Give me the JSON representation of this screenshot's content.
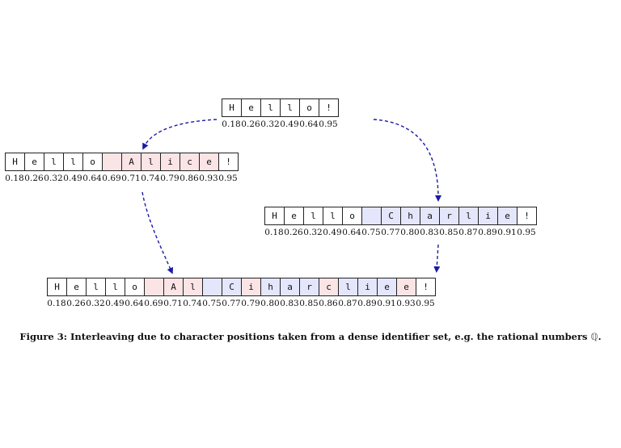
{
  "sequences": [
    {
      "id": "base",
      "cells": [
        {
          "ch": "H",
          "hl": ""
        },
        {
          "ch": "e",
          "hl": ""
        },
        {
          "ch": "l",
          "hl": ""
        },
        {
          "ch": "l",
          "hl": ""
        },
        {
          "ch": "o",
          "hl": ""
        },
        {
          "ch": "!",
          "hl": ""
        }
      ],
      "positions": [
        "0.18",
        "0.26",
        "0.32",
        "0.49",
        "0.64",
        "0.95"
      ]
    },
    {
      "id": "alice",
      "cells": [
        {
          "ch": "H",
          "hl": ""
        },
        {
          "ch": "e",
          "hl": ""
        },
        {
          "ch": "l",
          "hl": ""
        },
        {
          "ch": "l",
          "hl": ""
        },
        {
          "ch": "o",
          "hl": ""
        },
        {
          "ch": "",
          "hl": "red"
        },
        {
          "ch": "A",
          "hl": "red"
        },
        {
          "ch": "l",
          "hl": "red"
        },
        {
          "ch": "i",
          "hl": "red"
        },
        {
          "ch": "c",
          "hl": "red"
        },
        {
          "ch": "e",
          "hl": "red"
        },
        {
          "ch": "!",
          "hl": ""
        }
      ],
      "positions": [
        "0.18",
        "0.26",
        "0.32",
        "0.49",
        "0.64",
        "0.69",
        "0.71",
        "0.74",
        "0.79",
        "0.86",
        "0.93",
        "0.95"
      ]
    },
    {
      "id": "charlie",
      "cells": [
        {
          "ch": "H",
          "hl": ""
        },
        {
          "ch": "e",
          "hl": ""
        },
        {
          "ch": "l",
          "hl": ""
        },
        {
          "ch": "l",
          "hl": ""
        },
        {
          "ch": "o",
          "hl": ""
        },
        {
          "ch": "",
          "hl": "blue"
        },
        {
          "ch": "C",
          "hl": "blue"
        },
        {
          "ch": "h",
          "hl": "blue"
        },
        {
          "ch": "a",
          "hl": "blue"
        },
        {
          "ch": "r",
          "hl": "blue"
        },
        {
          "ch": "l",
          "hl": "blue"
        },
        {
          "ch": "i",
          "hl": "blue"
        },
        {
          "ch": "e",
          "hl": "blue"
        },
        {
          "ch": "!",
          "hl": ""
        }
      ],
      "positions": [
        "0.18",
        "0.26",
        "0.32",
        "0.49",
        "0.64",
        "0.75",
        "0.77",
        "0.80",
        "0.83",
        "0.85",
        "0.87",
        "0.89",
        "0.91",
        "0.95"
      ]
    },
    {
      "id": "merged",
      "cells": [
        {
          "ch": "H",
          "hl": ""
        },
        {
          "ch": "e",
          "hl": ""
        },
        {
          "ch": "l",
          "hl": ""
        },
        {
          "ch": "l",
          "hl": ""
        },
        {
          "ch": "o",
          "hl": ""
        },
        {
          "ch": "",
          "hl": "red"
        },
        {
          "ch": "A",
          "hl": "red"
        },
        {
          "ch": "l",
          "hl": "red"
        },
        {
          "ch": "",
          "hl": "blue"
        },
        {
          "ch": "C",
          "hl": "blue"
        },
        {
          "ch": "i",
          "hl": "red"
        },
        {
          "ch": "h",
          "hl": "blue"
        },
        {
          "ch": "a",
          "hl": "blue"
        },
        {
          "ch": "r",
          "hl": "blue"
        },
        {
          "ch": "c",
          "hl": "red"
        },
        {
          "ch": "l",
          "hl": "blue"
        },
        {
          "ch": "i",
          "hl": "blue"
        },
        {
          "ch": "e",
          "hl": "blue"
        },
        {
          "ch": "e",
          "hl": "red"
        },
        {
          "ch": "!",
          "hl": ""
        }
      ],
      "positions": [
        "0.18",
        "0.26",
        "0.32",
        "0.49",
        "0.64",
        "0.69",
        "0.71",
        "0.74",
        "0.75",
        "0.77",
        "0.79",
        "0.80",
        "0.83",
        "0.85",
        "0.86",
        "0.87",
        "0.89",
        "0.91",
        "0.93",
        "0.95"
      ]
    }
  ],
  "colors": {
    "insert_alice": "#fbe4e6",
    "insert_charlie": "#e4e6fb",
    "arrow": "#1a1aa6"
  },
  "caption": {
    "text": "Figure 3: Interleaving due to character positions taken from a dense identifier set, e.g. the rational numbers ",
    "symbol": "ℚ",
    "end": "."
  }
}
